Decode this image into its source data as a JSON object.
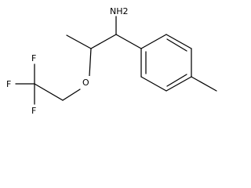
{
  "molecule": {
    "atoms": {
      "amine": "NH2",
      "ether_oxygen": "O",
      "fluorine_top": "F",
      "fluorine_left": "F",
      "fluorine_bottom": "F"
    }
  },
  "colors": {
    "bond": "#000000",
    "background": "#ffffff"
  }
}
